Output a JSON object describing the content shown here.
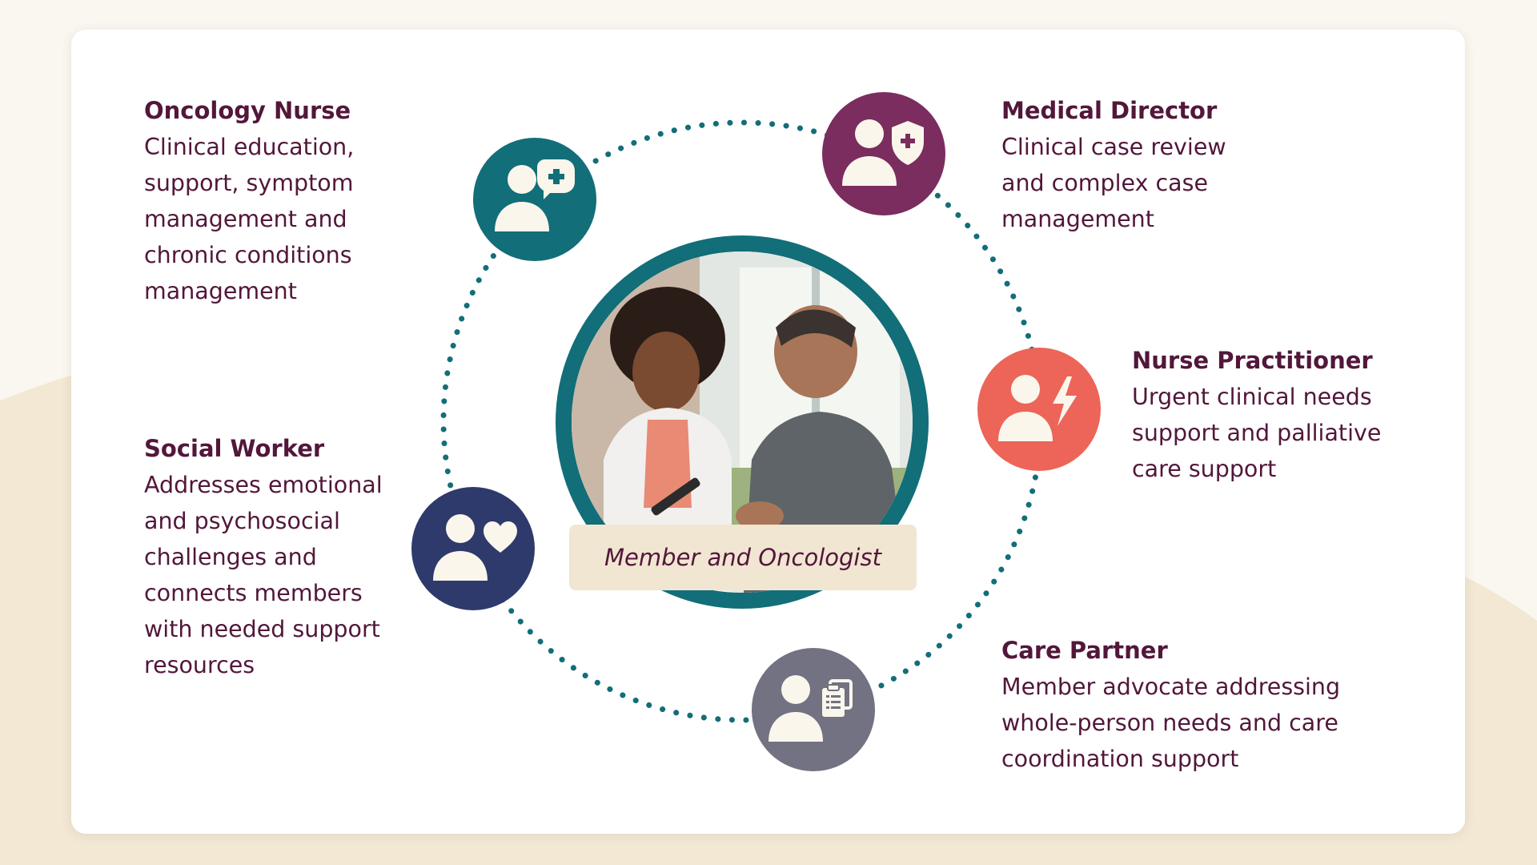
{
  "colors": {
    "background": "#FAF7F0",
    "background_shape": "#F2E8D4",
    "card": "#FFFFFF",
    "text": "#52173A",
    "teal": "#126E78",
    "plum": "#7A2D5E",
    "coral": "#EC6558",
    "navy": "#2E3A6B",
    "gray": "#737282",
    "icon_fill": "#FAF6EC",
    "caption_bg": "#F1E6D2"
  },
  "center": {
    "caption": "Member and Oncologist",
    "image": "photo-member-and-oncologist"
  },
  "roles": [
    {
      "id": "oncology-nurse",
      "title": "Oncology Nurse",
      "description": "Clinical education,\nsupport, symptom\nmanagement and\nchronic conditions\nmanagement",
      "icon": "person-medical-plus-icon",
      "color": "#126E78"
    },
    {
      "id": "medical-director",
      "title": "Medical Director",
      "description": "Clinical case review\nand complex case\nmanagement",
      "icon": "person-shield-icon",
      "color": "#7A2D5E"
    },
    {
      "id": "nurse-practitioner",
      "title": "Nurse Practitioner",
      "description": "Urgent clinical needs\nsupport and palliative\ncare support",
      "icon": "person-lightning-icon",
      "color": "#EC6558"
    },
    {
      "id": "social-worker",
      "title": "Social Worker",
      "description": "Addresses emotional\nand psychosocial\nchallenges and\nconnects members\nwith needed support\nresources",
      "icon": "person-heart-icon",
      "color": "#2E3A6B"
    },
    {
      "id": "care-partner",
      "title": "Care Partner",
      "description": "Member advocate addressing\nwhole-person needs and care\ncoordination support",
      "icon": "person-clipboard-icon",
      "color": "#737282"
    }
  ]
}
